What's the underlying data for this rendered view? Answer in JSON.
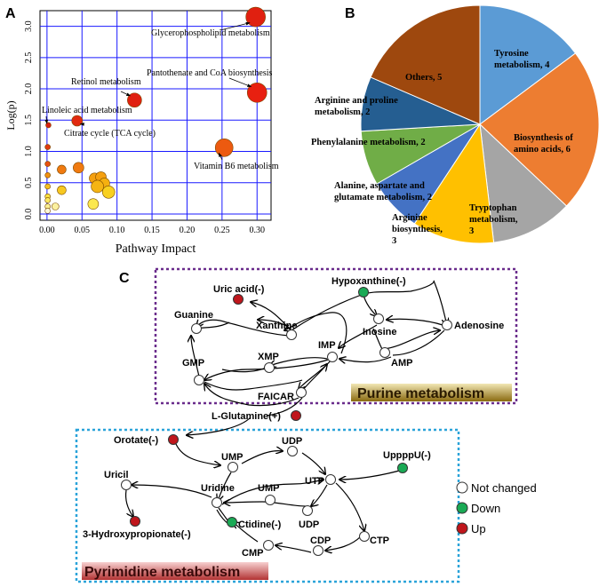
{
  "panels": {
    "a": "A",
    "b": "B",
    "c": "C"
  },
  "chart_data": [
    {
      "type": "scatter",
      "xlabel": "Pathway Impact",
      "ylabel": "Log(p)",
      "xlim": [
        -0.01,
        0.32
      ],
      "ylim": [
        -0.1,
        3.25
      ],
      "x_ticks": [
        "0.00",
        "0.05",
        "0.10",
        "0.15",
        "0.20",
        "0.25",
        "0.30"
      ],
      "y_ticks": [
        "0.0",
        "0.5",
        "1.0",
        "1.5",
        "2.0",
        "2.5",
        "3.0"
      ],
      "grid": true,
      "points": [
        {
          "x": 0.298,
          "y": 3.15,
          "r": 11,
          "color": "#e02010",
          "label": "Glycerophospholipid metabolism"
        },
        {
          "x": 0.3,
          "y": 1.94,
          "r": 11,
          "color": "#e82010",
          "label": "Pantothenate and CoA biosynthesis"
        },
        {
          "x": 0.125,
          "y": 1.82,
          "r": 8,
          "color": "#e02010",
          "label": "Retinol metabolism"
        },
        {
          "x": 0.043,
          "y": 1.49,
          "r": 6,
          "color": "#e22a10",
          "label": "Citrate cycle (TCA cycle)"
        },
        {
          "x": 0.002,
          "y": 1.42,
          "r": 3,
          "color": "#d82010",
          "label": "Linoleic acid metabolism"
        },
        {
          "x": 0.253,
          "y": 1.06,
          "r": 10,
          "color": "#ec5a10",
          "label": "Vitamin B6 metabolism"
        },
        {
          "x": 0.001,
          "y": 1.07,
          "r": 3,
          "color": "#e03a10"
        },
        {
          "x": 0.001,
          "y": 0.8,
          "r": 3,
          "color": "#e85010"
        },
        {
          "x": 0.021,
          "y": 0.71,
          "r": 5,
          "color": "#f07a10"
        },
        {
          "x": 0.045,
          "y": 0.74,
          "r": 6,
          "color": "#f07a10"
        },
        {
          "x": 0.001,
          "y": 0.62,
          "r": 3,
          "color": "#f09010"
        },
        {
          "x": 0.068,
          "y": 0.57,
          "r": 6,
          "color": "#f5a010"
        },
        {
          "x": 0.077,
          "y": 0.59,
          "r": 6,
          "color": "#f5a010"
        },
        {
          "x": 0.082,
          "y": 0.49,
          "r": 6,
          "color": "#f5b010"
        },
        {
          "x": 0.072,
          "y": 0.44,
          "r": 7,
          "color": "#f5b414"
        },
        {
          "x": 0.001,
          "y": 0.44,
          "r": 3,
          "color": "#f5c020"
        },
        {
          "x": 0.021,
          "y": 0.38,
          "r": 5,
          "color": "#f7c820"
        },
        {
          "x": 0.088,
          "y": 0.35,
          "r": 7,
          "color": "#f8d020"
        },
        {
          "x": 0.001,
          "y": 0.28,
          "r": 3,
          "color": "#fae040"
        },
        {
          "x": 0.001,
          "y": 0.22,
          "r": 3,
          "color": "#fbe860"
        },
        {
          "x": 0.066,
          "y": 0.16,
          "r": 6,
          "color": "#fbe850"
        },
        {
          "x": 0.001,
          "y": 0.12,
          "r": 3,
          "color": "#fbf090"
        },
        {
          "x": 0.012,
          "y": 0.12,
          "r": 4,
          "color": "#fbf0a0"
        },
        {
          "x": 0.001,
          "y": 0.05,
          "r": 3,
          "color": "#fcf8d8"
        }
      ],
      "annotations": [
        {
          "text": "Glycerophospholipid metabolism",
          "target": 0
        },
        {
          "text": "Pantothenate and CoA biosynthesis",
          "target": 1
        },
        {
          "text": "Retinol metabolism",
          "target": 2
        },
        {
          "text": "Linoleic acid metabolism",
          "target": 4
        },
        {
          "text": "Citrate cycle (TCA cycle)",
          "target": 3
        },
        {
          "text": "Vitamin B6 metabolism",
          "target": 5
        }
      ]
    },
    {
      "type": "pie",
      "slices": [
        {
          "label": "Tyrosine metabolism, 4",
          "value": 4,
          "color": "#5b9bd5"
        },
        {
          "label": "Biosynthesis of amino acids, 6",
          "value": 6,
          "color": "#ed7d31"
        },
        {
          "label": "Tryptophan metabolism, 3",
          "value": 3,
          "color": "#a5a5a5"
        },
        {
          "label": "Arginine biosynthesis, 3",
          "value": 3,
          "color": "#ffc000"
        },
        {
          "label": "Alanine, aspartate and glutamate metabolism, 2",
          "value": 2,
          "color": "#4472c4"
        },
        {
          "label": "Phenylalanine metabolism, 2",
          "value": 2,
          "color": "#70ad47"
        },
        {
          "label": "Arginine and proline metabolism, 2",
          "value": 2,
          "color": "#255e91"
        },
        {
          "label": "Others, 5",
          "value": 5,
          "color": "#9e480e"
        }
      ]
    }
  ],
  "pie_label_lines": [
    [
      "Tyrosine",
      "metabolism, 4"
    ],
    [
      "Biosynthesis of",
      "amino acids, 6"
    ],
    [
      "Tryptophan",
      "metabolism,",
      "3"
    ],
    [
      "Arginine",
      "biosynthesis,",
      "3"
    ],
    [
      "Alanine, aspartate and",
      "glutamate metabolism, 2"
    ],
    [
      "Phenylalanine metabolism, 2"
    ],
    [
      "Arginine and proline",
      "metabolism, 2"
    ],
    [
      "Others, 5"
    ]
  ],
  "diagram": {
    "purine_title": "Purine metabolism",
    "pyrimidine_title": "Pyrimidine metabolism",
    "legend": [
      {
        "label": "Not changed",
        "color": "#ffffff"
      },
      {
        "label": "Down",
        "color": "#1aaa55"
      },
      {
        "label": "Up",
        "color": "#c0161c"
      }
    ],
    "nodes": {
      "uric_acid": "Uric acid(-)",
      "hypoxanthine": "Hypoxanthine(-)",
      "guanine": "Guanine",
      "xanthine": "Xanthine",
      "inosine": "Inosine",
      "adenosine": "Adenosine",
      "gmp": "GMP",
      "xmp": "XMP",
      "imp": "IMP",
      "amp": "AMP",
      "faicar": "FAICAR",
      "l_glutamine": "L-Glutamine(+)",
      "orotate": "Orotate(-)",
      "ump_top": "UMP",
      "udp_top": "UDP",
      "uppppu": "UppppU(-)",
      "uricil": "Uricil",
      "uridine": "Uridine",
      "ump_mid": "UMP",
      "utp": "UTP",
      "udp_mid": "UDP",
      "ctidine": "Ctidine(-)",
      "hydroxypropionate": "3-Hydroxypropionate(-)",
      "cmp": "CMP",
      "cdp": "CDP",
      "ctp": "CTP"
    }
  }
}
